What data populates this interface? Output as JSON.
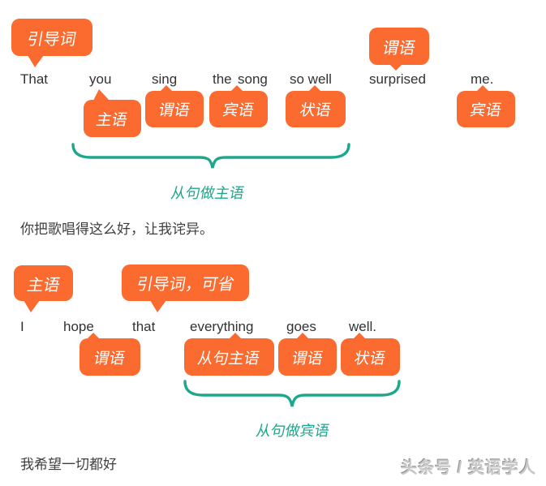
{
  "colors": {
    "bubble": "#fb6a2e",
    "brace": "#1fa78c",
    "ink": "#323232",
    "note": "#3f3f3f"
  },
  "section1": {
    "top_labels": [
      "引导词",
      "谓语"
    ],
    "words": [
      "That",
      "you",
      "sing",
      "the",
      "song",
      "so well",
      "surprised",
      "me."
    ],
    "bottom_labels": [
      "主语",
      "谓语",
      "宾语",
      "状语",
      "宾语"
    ],
    "brace_caption": "从句做主语",
    "translation": "你把歌唱得这么好，让我诧异。"
  },
  "section2": {
    "top_labels": [
      "主语",
      "引导词，可省"
    ],
    "words": [
      "I",
      "hope",
      "that",
      "everything",
      "goes",
      "well."
    ],
    "bottom_labels": [
      "谓语",
      "从句主语",
      "谓语",
      "状语"
    ],
    "brace_caption": "从句做宾语",
    "translation": "我希望一切都好"
  },
  "watermark": "头条号 / 英语学人"
}
